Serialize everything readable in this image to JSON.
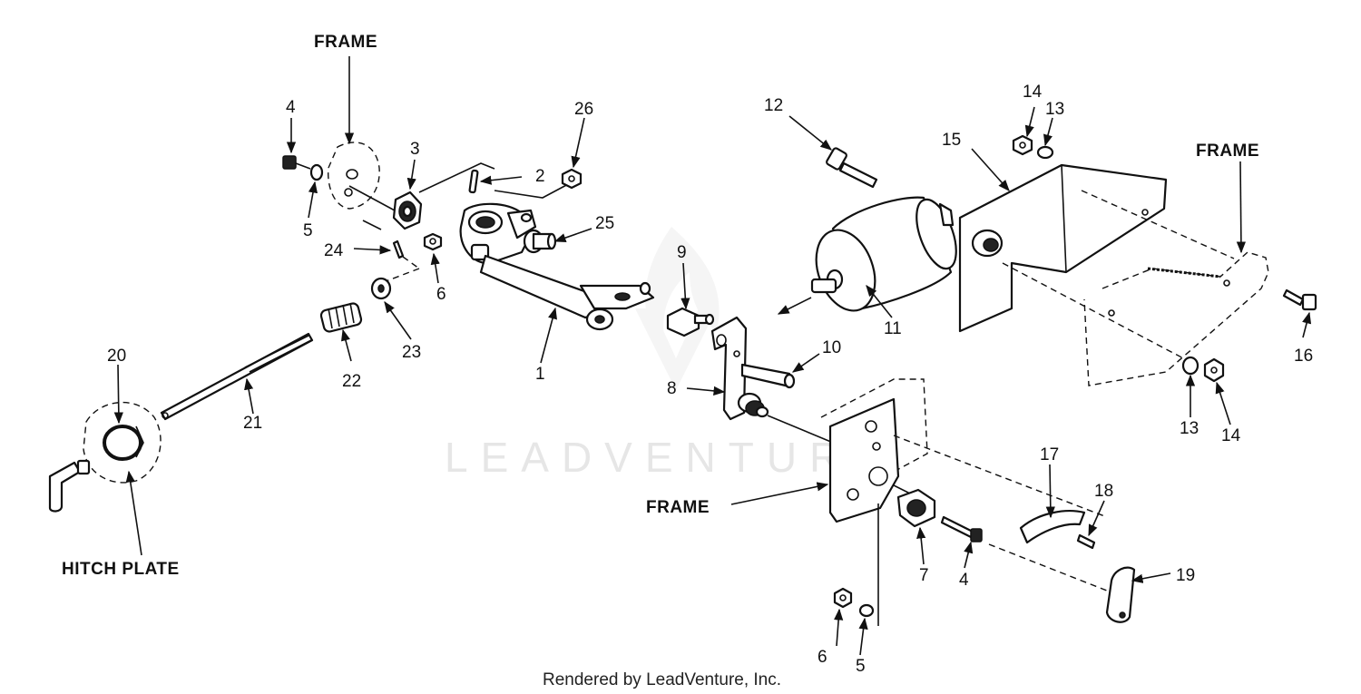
{
  "watermark": "LEADVENTURE",
  "credit": "Rendered by LeadVenture, Inc.",
  "labels": {
    "frame_top": "FRAME",
    "frame_right": "FRAME",
    "frame_bottom": "FRAME",
    "hitch_plate": "HITCH PLATE"
  },
  "callouts": {
    "c1": "1",
    "c2": "2",
    "c3": "3",
    "c4a": "4",
    "c4b": "4",
    "c5a": "5",
    "c5b": "5",
    "c6a": "6",
    "c6b": "6",
    "c7": "7",
    "c8": "8",
    "c9": "9",
    "c10": "10",
    "c11": "11",
    "c12": "12",
    "c13a": "13",
    "c13b": "13",
    "c14a": "14",
    "c14b": "14",
    "c15": "15",
    "c16": "16",
    "c17": "17",
    "c18": "18",
    "c19": "19",
    "c20": "20",
    "c21": "21",
    "c22": "22",
    "c23": "23",
    "c24": "24",
    "c25": "25",
    "c26": "26"
  }
}
